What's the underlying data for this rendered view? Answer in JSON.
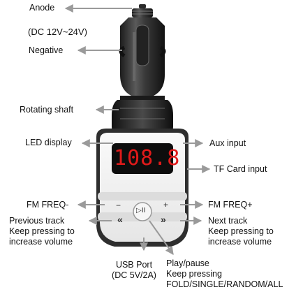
{
  "labels": {
    "anode": "Anode",
    "voltage": "(DC 12V~24V)",
    "negative": "Negative",
    "rotating_shaft": "Rotating shaft",
    "led_display": "LED display",
    "aux_input": "Aux  input",
    "tf_card_input": "TF Card input",
    "fm_freq_minus": "FM  FREQ-",
    "fm_freq_plus": "FM  FREQ+",
    "previous_track": [
      "Previous track",
      "Keep pressing to",
      "increase volume"
    ],
    "next_track": [
      "Next track",
      "Keep pressing to",
      "increase volume"
    ],
    "usb_port": [
      "USB Port",
      "(DC 5V/2A)"
    ],
    "play_pause": [
      "Play/pause",
      "Keep pressing",
      "FOLD/SINGLE/RANDOM/ALL"
    ]
  },
  "device": {
    "display_value": "108.8",
    "button_minus": "−",
    "button_plus": "+",
    "button_prev": "«",
    "button_next": "»",
    "button_play": "▷II"
  },
  "colors": {
    "led": "#e11a1a",
    "arrow": "#9a9a9a",
    "body_dark": "#3a3a3a",
    "body_light": "#f4f4f4"
  }
}
